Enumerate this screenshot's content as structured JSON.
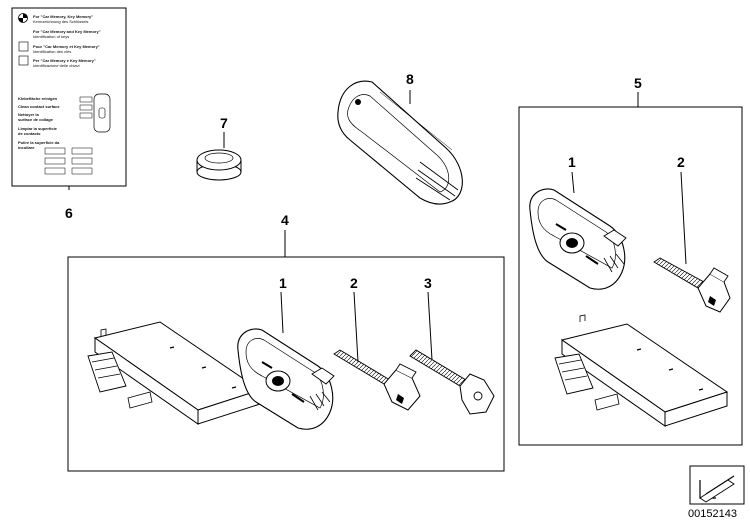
{
  "diagram": {
    "catalog_number": "00152143",
    "doc_card": {
      "lines": [
        "For \"Car Memory, Key Memory\"",
        "Kennzeichnung des Schlüssels",
        "For \"Car Memory and Key Memory\"",
        "Identification of keys",
        "Pour \"Car Memory et Key Memory\"",
        "Identification des clés",
        "Per \"Car Memory e Key Memory\"",
        "Identificazione delle chiavi",
        "Klebefläche reinigen",
        "Clean contact surface",
        "Nettoyer la",
        "surface de collage",
        "Limpiar la superficie",
        "de contacto",
        "Pulire la superficie da",
        "incollare"
      ]
    },
    "callouts": {
      "n1a": "1",
      "n2a": "2",
      "n3": "3",
      "n4": "4",
      "n1b": "1",
      "n2b": "2",
      "n5": "5",
      "n6": "6",
      "n7": "7",
      "n8": "8"
    },
    "nav_icon": "return-arrow-icon"
  }
}
